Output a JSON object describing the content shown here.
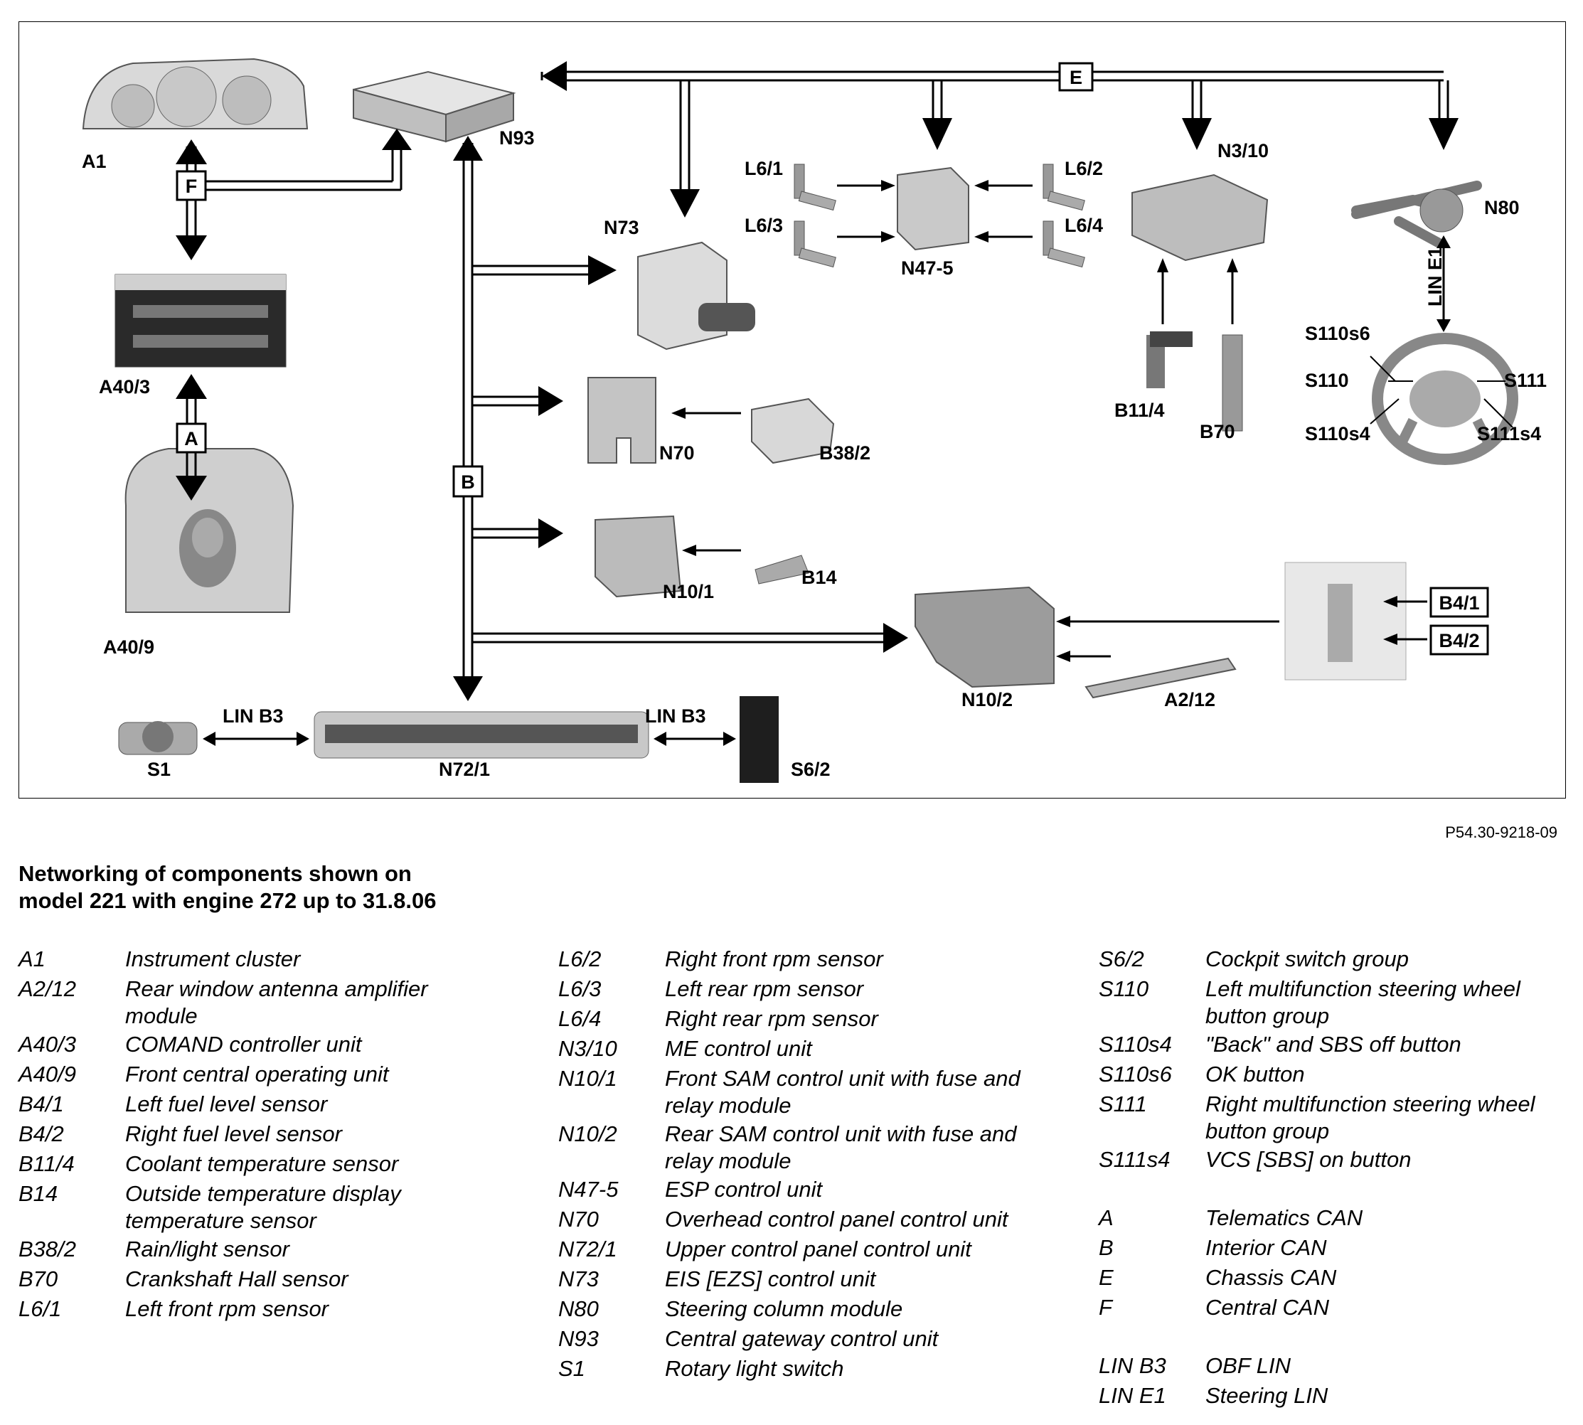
{
  "labels": {
    "A1": "A1",
    "N93": "N93",
    "F": "F",
    "A40_3": "A40/3",
    "A": "A",
    "A40_9": "A40/9",
    "E": "E",
    "B": "B",
    "N73": "N73",
    "L6_1": "L6/1",
    "L6_2": "L6/2",
    "L6_3": "L6/3",
    "L6_4": "L6/4",
    "N47_5": "N47-5",
    "N3_10": "N3/10",
    "N80": "N80",
    "LIN_E1": "LIN E1",
    "B11_4": "B11/4",
    "B70": "B70",
    "S110s6": "S110s6",
    "S110": "S110",
    "S111": "S111",
    "S110s4": "S110s4",
    "S111s4": "S111s4",
    "N70": "N70",
    "B38_2": "B38/2",
    "N10_1": "N10/1",
    "B14": "B14",
    "N10_2": "N10/2",
    "A2_12": "A2/12",
    "B4_1": "B4/1",
    "B4_2": "B4/2",
    "S1": "S1",
    "LIN_B3_left": "LIN B3",
    "LIN_B3_right": "LIN B3",
    "N72_1": "N72/1",
    "S6_2": "S6/2"
  },
  "figure_id": "P54.30-9218-09",
  "title_line1": "Networking of components shown on",
  "title_line2": "model 221 with engine 272 up to 31.8.06",
  "legend": {
    "col1": [
      {
        "code": "A1",
        "desc": "Instrument cluster"
      },
      {
        "code": "A2/12",
        "desc": "Rear window antenna amplifier module"
      },
      {
        "code": "A40/3",
        "desc": "COMAND controller unit"
      },
      {
        "code": "A40/9",
        "desc": "Front central operating unit"
      },
      {
        "code": "B4/1",
        "desc": "Left fuel level sensor"
      },
      {
        "code": "B4/2",
        "desc": "Right fuel level sensor"
      },
      {
        "code": "B11/4",
        "desc": "Coolant temperature sensor"
      },
      {
        "code": "B14",
        "desc": "Outside temperature display temperature sensor"
      },
      {
        "code": "B38/2",
        "desc": "Rain/light sensor"
      },
      {
        "code": "B70",
        "desc": "Crankshaft Hall sensor"
      },
      {
        "code": "L6/1",
        "desc": "Left front rpm sensor"
      }
    ],
    "col2": [
      {
        "code": "L6/2",
        "desc": "Right front rpm sensor"
      },
      {
        "code": "L6/3",
        "desc": "Left rear rpm sensor"
      },
      {
        "code": "L6/4",
        "desc": "Right rear rpm sensor"
      },
      {
        "code": "N3/10",
        "desc": "ME control unit"
      },
      {
        "code": "N10/1",
        "desc": "Front SAM control unit with fuse and relay module"
      },
      {
        "code": "N10/2",
        "desc": "Rear SAM control unit with fuse and relay module"
      },
      {
        "code": "N47-5",
        "desc": "ESP control unit"
      },
      {
        "code": "N70",
        "desc": "Overhead control panel control unit"
      },
      {
        "code": "N72/1",
        "desc": "Upper control panel control unit"
      },
      {
        "code": "N73",
        "desc": "EIS [EZS] control unit"
      },
      {
        "code": "N80",
        "desc": "Steering column module"
      },
      {
        "code": "N93",
        "desc": "Central gateway control unit"
      },
      {
        "code": "S1",
        "desc": "Rotary light switch"
      }
    ],
    "col3a": [
      {
        "code": "S6/2",
        "desc": "Cockpit switch group"
      },
      {
        "code": "S110",
        "desc": "Left multifunction steering wheel button group"
      },
      {
        "code": "S110s4",
        "desc": "\"Back\" and SBS off button"
      },
      {
        "code": "S110s6",
        "desc": "OK button"
      },
      {
        "code": "S111",
        "desc": "Right multifunction steering wheel button group"
      },
      {
        "code": "S111s4",
        "desc": "VCS [SBS] on button"
      }
    ],
    "col3b": [
      {
        "code": "A",
        "desc": "Telematics CAN"
      },
      {
        "code": "B",
        "desc": "Interior CAN"
      },
      {
        "code": "E",
        "desc": "Chassis CAN"
      },
      {
        "code": "F",
        "desc": "Central CAN"
      }
    ],
    "col3c": [
      {
        "code": "LIN B3",
        "desc": "OBF LIN"
      },
      {
        "code": "LIN E1",
        "desc": "Steering LIN"
      }
    ]
  }
}
